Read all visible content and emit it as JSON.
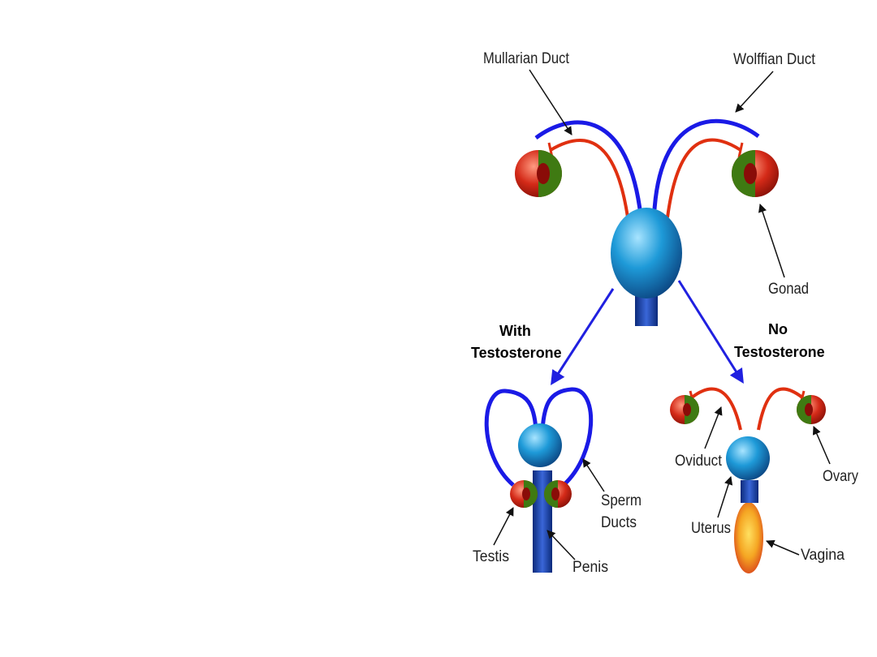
{
  "labels": {
    "mullerian": "Mullarian Duct",
    "wolffian": "Wolffian Duct",
    "gonad": "Gonad",
    "with_line1": "With",
    "with_line2": "Testosterone",
    "no_line1": "No",
    "no_line2": "Testosterone",
    "sperm_line1": "Sperm",
    "sperm_line2": "Ducts",
    "testis": "Testis",
    "penis": "Penis",
    "oviduct": "Oviduct",
    "ovary": "Ovary",
    "uterus": "Uterus",
    "vagina": "Vagina"
  },
  "colors": {
    "wolffian_duct": "#1a1ae6",
    "mullerian_duct": "#e03010",
    "gonad_red": "#d42a18",
    "gonad_green": "#3f7a12",
    "bladder_blue": "#1e90d6",
    "shaft_blue": "#1a3aa8",
    "arrow_blue": "#2020e0",
    "vagina_orange": "#f5a623"
  }
}
